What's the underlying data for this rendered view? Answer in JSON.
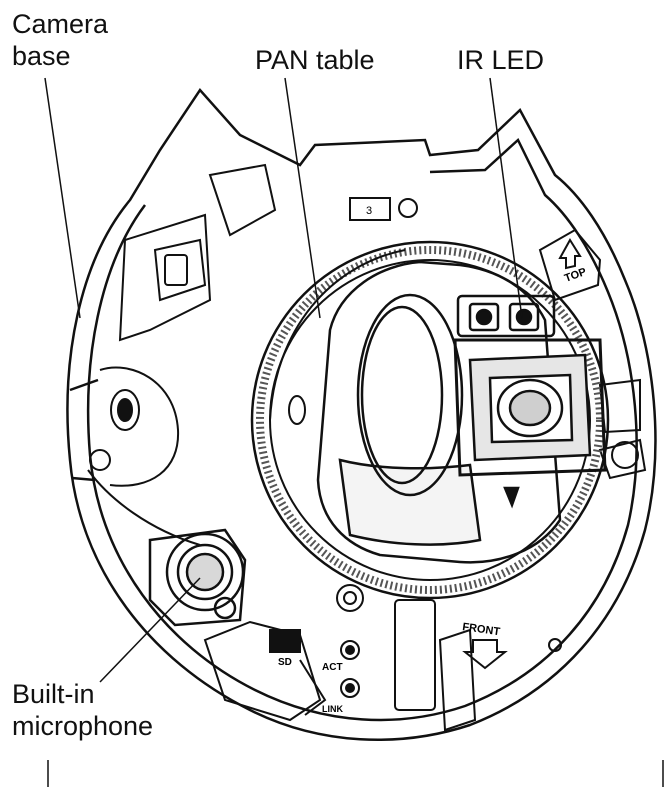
{
  "labels": {
    "camera_base": "Camera\nbase",
    "pan_table": "PAN table",
    "ir_led": "IR LED",
    "built_in_microphone": "Built-in\nmicrophone"
  },
  "markings": {
    "top": "TOP",
    "front": "FRONT",
    "act": "ACT",
    "link": "LINK",
    "sd": "SD",
    "number_mark": "3"
  },
  "colors": {
    "line": "#111111",
    "background": "#ffffff",
    "shade": "#cfcfcf"
  }
}
